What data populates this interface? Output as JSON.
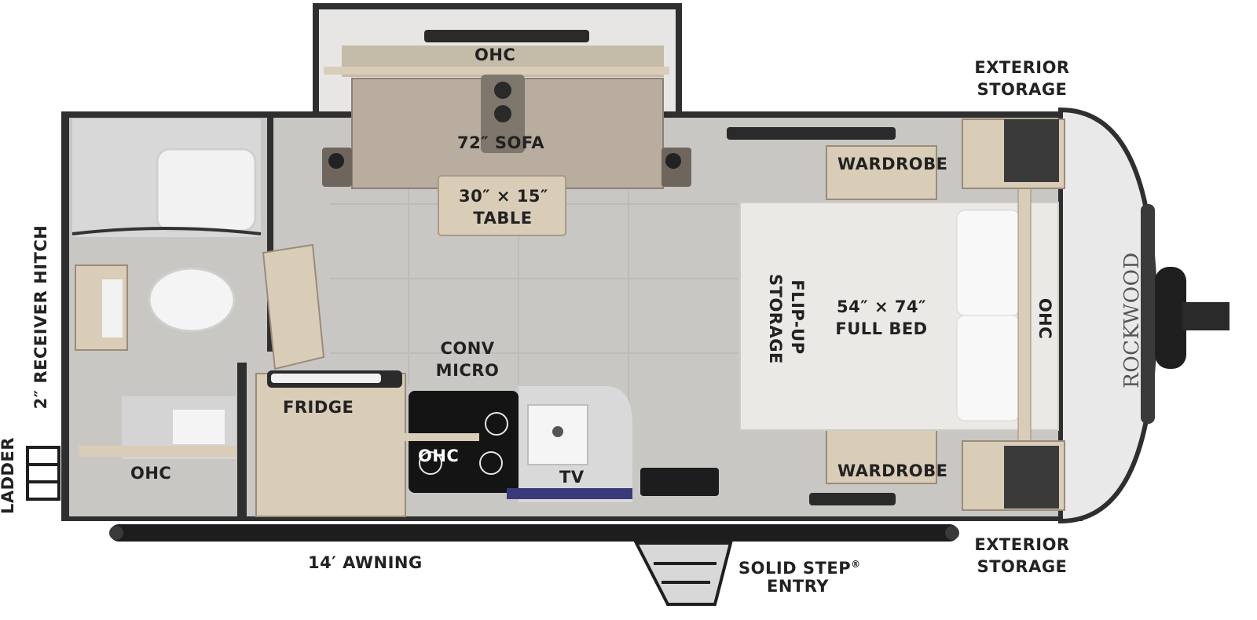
{
  "labels": {
    "ohc_slide": "OHC",
    "sofa": "72″ SOFA",
    "table_line1": "30″ × 15″",
    "table_line2": "TABLE",
    "ext_storage_top_1": "EXTERIOR",
    "ext_storage_top_2": "STORAGE",
    "wardrobe_top": "WARDROBE",
    "wardrobe_bottom": "WARDROBE",
    "flipup_1": "FLIP-UP",
    "flipup_2": "STORAGE",
    "bed_1": "54″ × 74″",
    "bed_2": "FULL BED",
    "ohc_bed": "OHC",
    "conv_1": "CONV",
    "conv_2": "MICRO",
    "fridge": "FRIDGE",
    "ohc_kitchen": "OHC",
    "ohc_bath": "OHC",
    "tv": "TV",
    "hitch": "2″ RECEIVER HITCH",
    "ladder": "LADDER",
    "awning": "14′ AWNING",
    "step_1": "SOLID STEP",
    "step_reg": "®",
    "step_2": "ENTRY",
    "ext_storage_bottom_1": "EXTERIOR",
    "ext_storage_bottom_2": "STORAGE",
    "brand": "ROCKWOOD"
  },
  "colors": {
    "wall": "#2b2b2b",
    "floor": "#c9c7c4",
    "wood": "#d9cdb8",
    "sofa": "#b9ada0",
    "bed": "#ebe9e5",
    "white": "#f3f3f2"
  }
}
